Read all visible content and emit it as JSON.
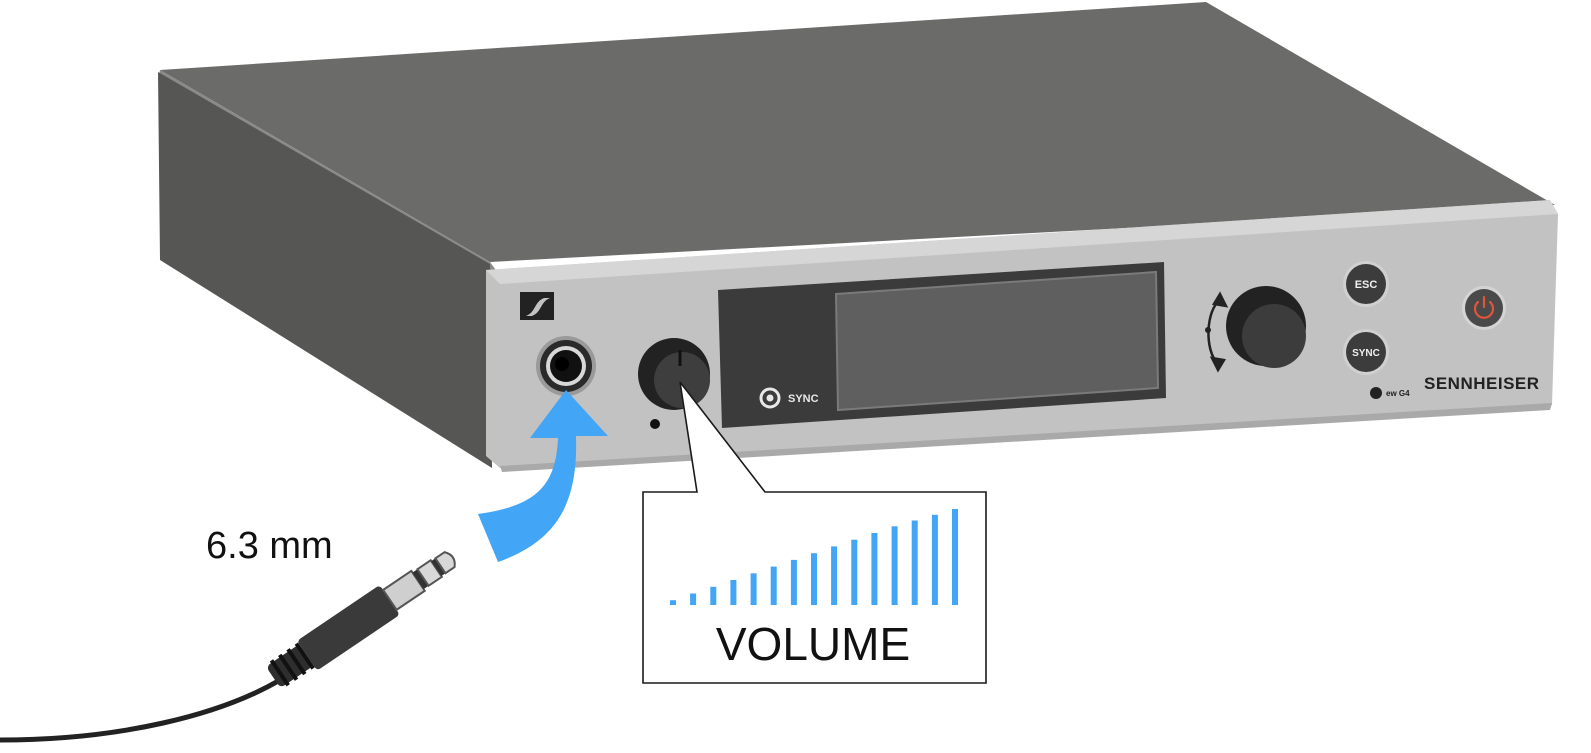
{
  "labels": {
    "plug_size": "6.3 mm",
    "volume": "VOLUME",
    "sync_indicator": "SYNC",
    "esc_button": "ESC",
    "sync_button": "SYNC",
    "brand": "SENNHEISER",
    "series": "ew G4"
  },
  "volume_bars": {
    "count": 15,
    "levels": [
      0.05,
      0.12,
      0.19,
      0.26,
      0.33,
      0.4,
      0.47,
      0.54,
      0.61,
      0.68,
      0.75,
      0.82,
      0.88,
      0.94,
      1.0
    ]
  },
  "colors": {
    "accent_blue": "#42a5f5",
    "device_top": "#6b6b69",
    "device_side": "#5a5a58",
    "front_panel": "#c2c2c2",
    "display_bezel": "#3b3b3b",
    "display_screen": "#5f5f5f",
    "power_icon": "#e0553b"
  },
  "icons": [
    "sennheiser-logo-icon",
    "power-icon",
    "rotate-arrows-icon",
    "sync-ring-icon"
  ]
}
